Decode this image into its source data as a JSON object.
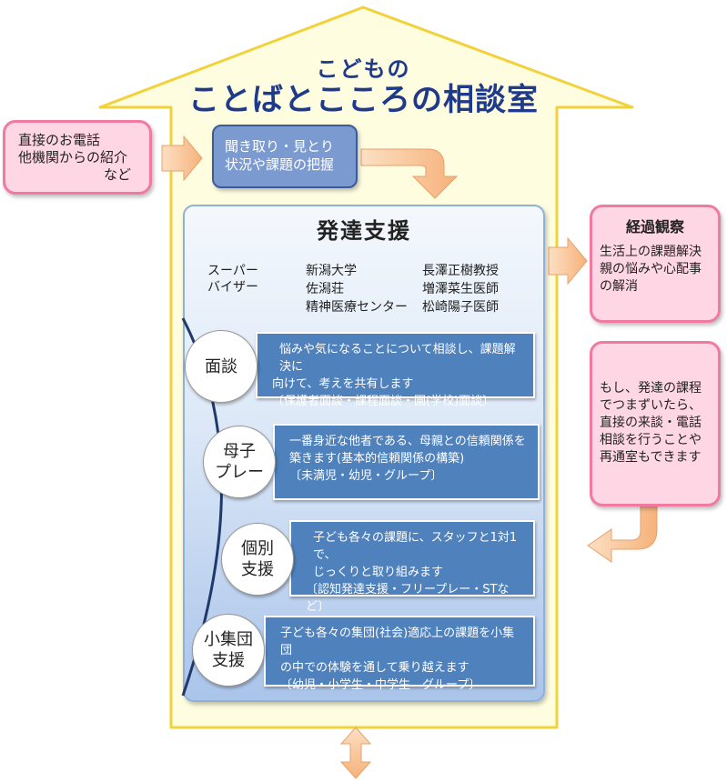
{
  "header": {
    "subtitle": "こどもの",
    "title": "ことばとこころの相談室"
  },
  "referral": {
    "line1": "直接のお電話",
    "line2": "他機関からの紹介",
    "line3": "など"
  },
  "intake": {
    "line1": "聞き取り・見とり",
    "line2": "状況や課題の把握"
  },
  "support": {
    "title": "発達支援",
    "supervisor_label_1": "スーパー",
    "supervisor_label_2": "バイザー",
    "supervisors": [
      {
        "org": "新潟大学",
        "name": "長澤正樹教授"
      },
      {
        "org": "佐潟荘",
        "name": "増澤菜生医師"
      },
      {
        "org": "精神医療センター",
        "name": "松崎陽子医師"
      }
    ],
    "programs": [
      {
        "label": "面談",
        "line1": "悩みや気になることについて相談し、課題解決に",
        "line2": "向けて、考えを共有します",
        "line3": "〔保護者面談・課程面談・園(学校)面談〕"
      },
      {
        "label": "母子\nプレー",
        "line1": "一番身近な他者である、母親との信頼関係を",
        "line2": "築きます(基本的信頼関係の構築)",
        "line3": "〔未満児・幼児・グループ〕"
      },
      {
        "label": "個別\n支援",
        "line1": "子ども各々の課題に、スタッフと1対1で、",
        "line2": "じっくりと取り組みます",
        "line3": "〔認知発達支援・フリープレー・STなど〕"
      },
      {
        "label": "小集団\n支援",
        "line1": "子ども各々の集団(社会)適応上の課題を小集団",
        "line2": "の中での体験を通して乗り越えます",
        "line3": "〔幼児・小学生・中学生　グループ〕"
      }
    ]
  },
  "followup": {
    "title": "経過観察",
    "line1": "生活上の課題解決",
    "line2": "親の悩みや心配事",
    "line3": "の解消"
  },
  "return_note": {
    "line1": "もし、発達の課程",
    "line2": "でつまずいたら、",
    "line3": "直接の来談・電話",
    "line4": "相談を行うことや",
    "line5": "再通室もできます"
  },
  "colors": {
    "house_fill": "#fffde0",
    "house_border": "#f2d23a",
    "title_blue": "#1f3a8a",
    "pink_fill": "#ffd6e4",
    "pink_border": "#f07aa0",
    "box_blue": "#4f81bd",
    "arrow_orange": "#f9c08f"
  }
}
